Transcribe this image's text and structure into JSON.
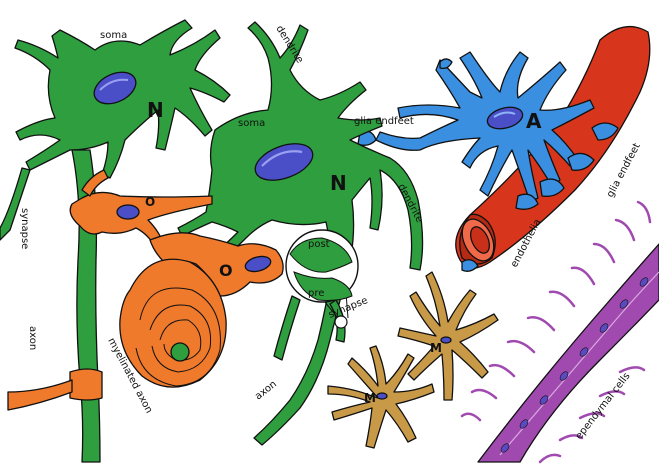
{
  "colors": {
    "neuron": "#2e9e3e",
    "neuron_dark": "#1d7a2c",
    "oligodendrocyte": "#f07a2c",
    "astrocyte": "#3a8fe0",
    "vessel": "#d8361c",
    "microglia": "#c89a48",
    "ependymal": "#a04ab0",
    "nucleus": "#4a4fc8"
  },
  "labels": {
    "soma_top": "soma",
    "soma_mid": "soma",
    "dendrite_top": "dendrite",
    "dendrite_right": "dendrite",
    "glia_endfeet_top": "glia endfeet",
    "glia_endfeet_right": "glia endfeet",
    "synapse_left": "synapse",
    "synapse_inset": "synapse",
    "post": "post",
    "pre": "pre",
    "axon_left": "axon",
    "axon_bottom": "axon",
    "myelinated_axon": "myelinated axon",
    "endothelia": "endothelia",
    "ependymal_cells": "ependymal cells"
  },
  "cell_letters": {
    "neuron_1": "N",
    "neuron_2": "N",
    "astrocyte": "A",
    "oligo_1": "O",
    "oligo_2": "O",
    "microglia_1": "M",
    "microglia_2": "M"
  }
}
